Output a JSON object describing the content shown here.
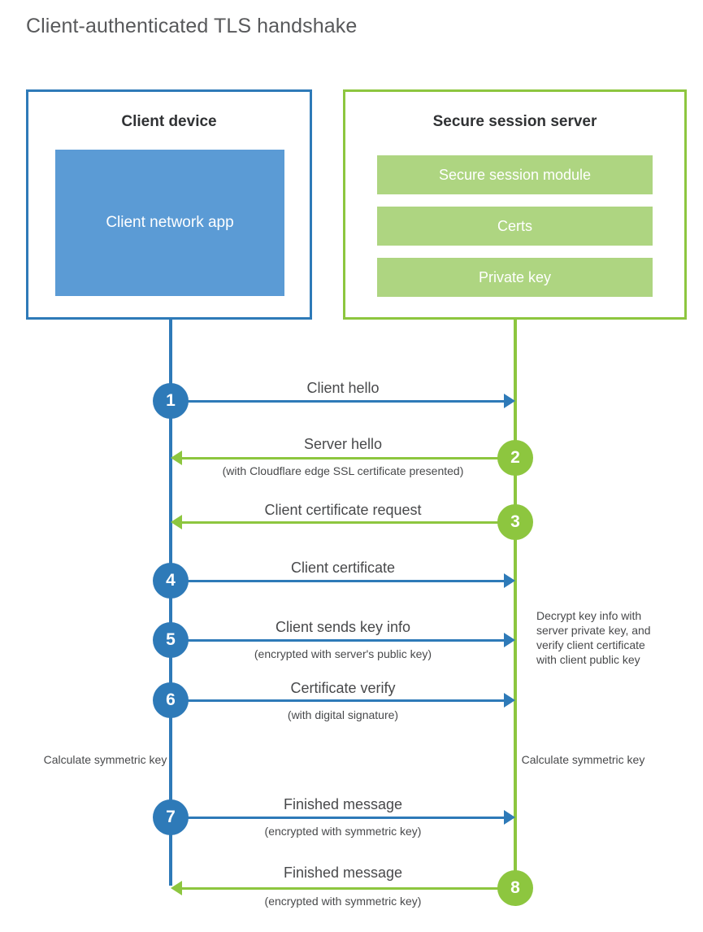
{
  "title": "Client-authenticated TLS handshake",
  "colors": {
    "client_blue": "#2e7ab8",
    "client_app_blue": "#5b9bd5",
    "server_green": "#8dc63f",
    "server_bar_green": "#aed581",
    "title_gray": "#58595b",
    "text_gray": "#48494b",
    "heading_dark": "#303234"
  },
  "actors": {
    "client": {
      "title": "Client device",
      "app_label": "Client network app"
    },
    "server": {
      "title": "Secure session server",
      "modules": [
        "Secure session module",
        "Certs",
        "Private key"
      ]
    }
  },
  "steps": [
    {
      "number": "1",
      "label": "Client hello",
      "sublabel": "",
      "direction": "client-to-server",
      "side": "client"
    },
    {
      "number": "2",
      "label": "Server hello",
      "sublabel": "(with Cloudflare edge SSL certificate presented)",
      "direction": "server-to-client",
      "side": "server"
    },
    {
      "number": "3",
      "label": "Client certificate request",
      "sublabel": "",
      "direction": "server-to-client",
      "side": "server"
    },
    {
      "number": "4",
      "label": "Client certificate",
      "sublabel": "",
      "direction": "client-to-server",
      "side": "client"
    },
    {
      "number": "5",
      "label": "Client sends key info",
      "sublabel": "(encrypted with server's public key)",
      "direction": "client-to-server",
      "side": "client"
    },
    {
      "number": "6",
      "label": "Certificate verify",
      "sublabel": "(with digital signature)",
      "direction": "client-to-server",
      "side": "client"
    },
    {
      "number": "7",
      "label": "Finished message",
      "sublabel": "(encrypted with symmetric key)",
      "direction": "client-to-server",
      "side": "client"
    },
    {
      "number": "8",
      "label": "Finished message",
      "sublabel": "(encrypted with symmetric key)",
      "direction": "server-to-client",
      "side": "server"
    }
  ],
  "notes": {
    "server_decrypt": "Decrypt key info with server private key, and verify client certificate with client public key",
    "client_calculate": "Calculate symmetric key",
    "server_calculate": "Calculate symmetric key"
  }
}
